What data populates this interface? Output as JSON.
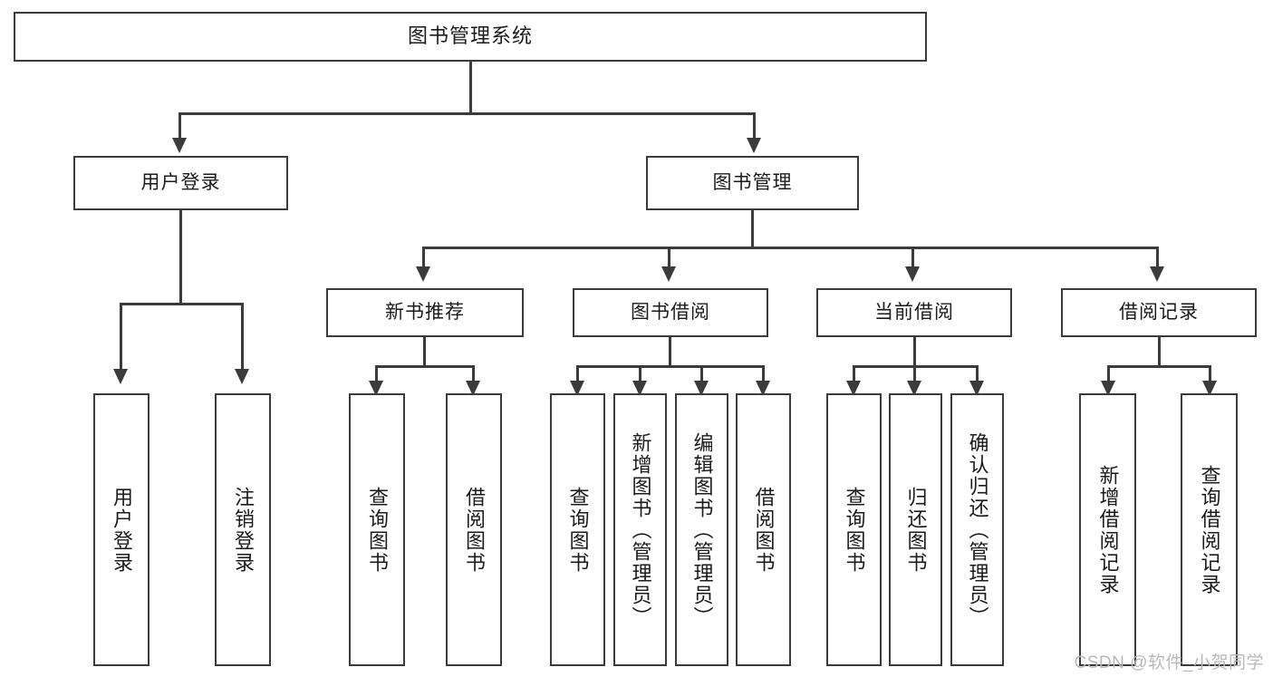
{
  "diagram": {
    "title": "图书管理系统",
    "type": "tree",
    "watermark": "CSDN @软件_小贺同学",
    "colors": {
      "border": "#3b3b3b",
      "background": "#ffffff",
      "text": "#1b1b1b",
      "watermark": "#b9b9b9"
    },
    "root": {
      "label": "图书管理系统"
    },
    "level2": [
      {
        "label": "用户登录"
      },
      {
        "label": "图书管理"
      }
    ],
    "level3": [
      {
        "label": "新书推荐"
      },
      {
        "label": "图书借阅"
      },
      {
        "label": "当前借阅"
      },
      {
        "label": "借阅记录"
      }
    ],
    "leaves": {
      "user_login": [
        {
          "label": "用户登录"
        },
        {
          "label": "注销登录"
        }
      ],
      "new_book_recommend": [
        {
          "label": "查询图书"
        },
        {
          "label": "借阅图书"
        }
      ],
      "book_borrow": [
        {
          "label": "查询图书"
        },
        {
          "label": "新增图书（管理员）"
        },
        {
          "label": "编辑图书（管理员）"
        },
        {
          "label": "借阅图书"
        }
      ],
      "current_borrow": [
        {
          "label": "查询图书"
        },
        {
          "label": "归还图书"
        },
        {
          "label": "确认归还（管理员）"
        }
      ],
      "borrow_records": [
        {
          "label": "新增借阅记录"
        },
        {
          "label": "查询借阅记录"
        }
      ]
    }
  }
}
